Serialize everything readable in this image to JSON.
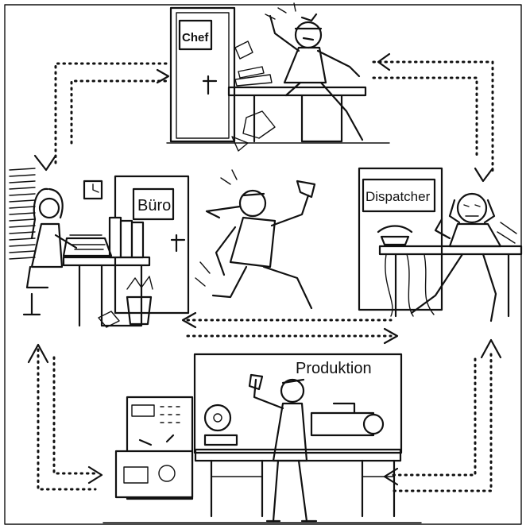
{
  "labels": {
    "chef": "Chef",
    "buero": "Büro",
    "dispatcher": "Dispatcher",
    "produktion": "Produktion"
  },
  "scenes": [
    {
      "id": "chef",
      "description_icon": "angry-boss-icon"
    },
    {
      "id": "buero",
      "description_icon": "typist-icon"
    },
    {
      "id": "runner",
      "description_icon": "running-messenger-icon"
    },
    {
      "id": "dispatcher",
      "description_icon": "telephone-dispatcher-icon"
    },
    {
      "id": "produktion",
      "description_icon": "lathe-worker-icon"
    }
  ],
  "colors": {
    "ink": "#111111",
    "paper": "#ffffff"
  }
}
